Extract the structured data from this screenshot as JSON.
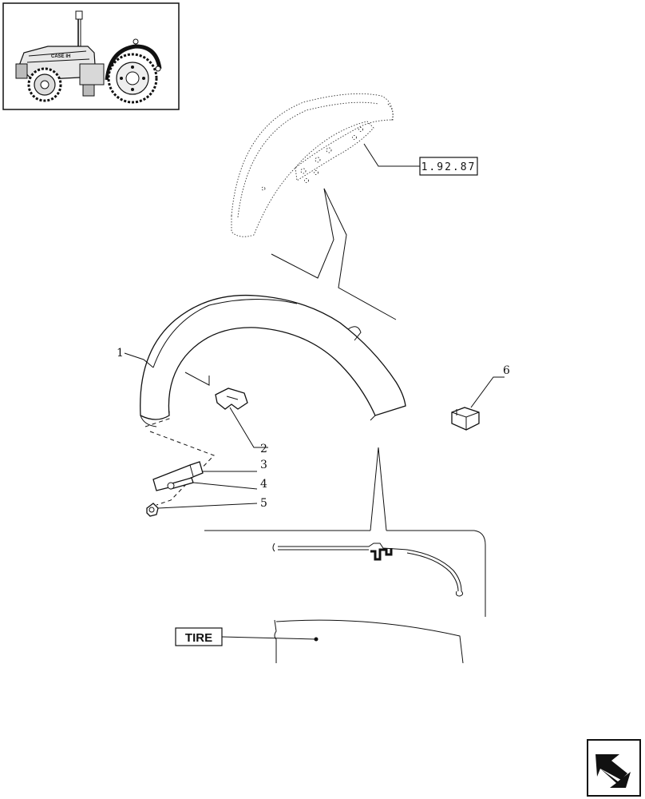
{
  "reference_box": {
    "text": "1.92.87"
  },
  "callouts": [
    {
      "id": "callout-1",
      "text": "1"
    },
    {
      "id": "callout-2",
      "text": "2"
    },
    {
      "id": "callout-3",
      "text": "3"
    },
    {
      "id": "callout-4",
      "text": "4"
    },
    {
      "id": "callout-5",
      "text": "5"
    },
    {
      "id": "callout-6",
      "text": "6"
    }
  ],
  "tire_label": {
    "text": "TIRE"
  },
  "thumbnail_logo": {
    "text": "CASE IH"
  },
  "icons": {
    "tractor": "tractor-thumbnail-icon",
    "next": "next-page-arrow-icon"
  }
}
